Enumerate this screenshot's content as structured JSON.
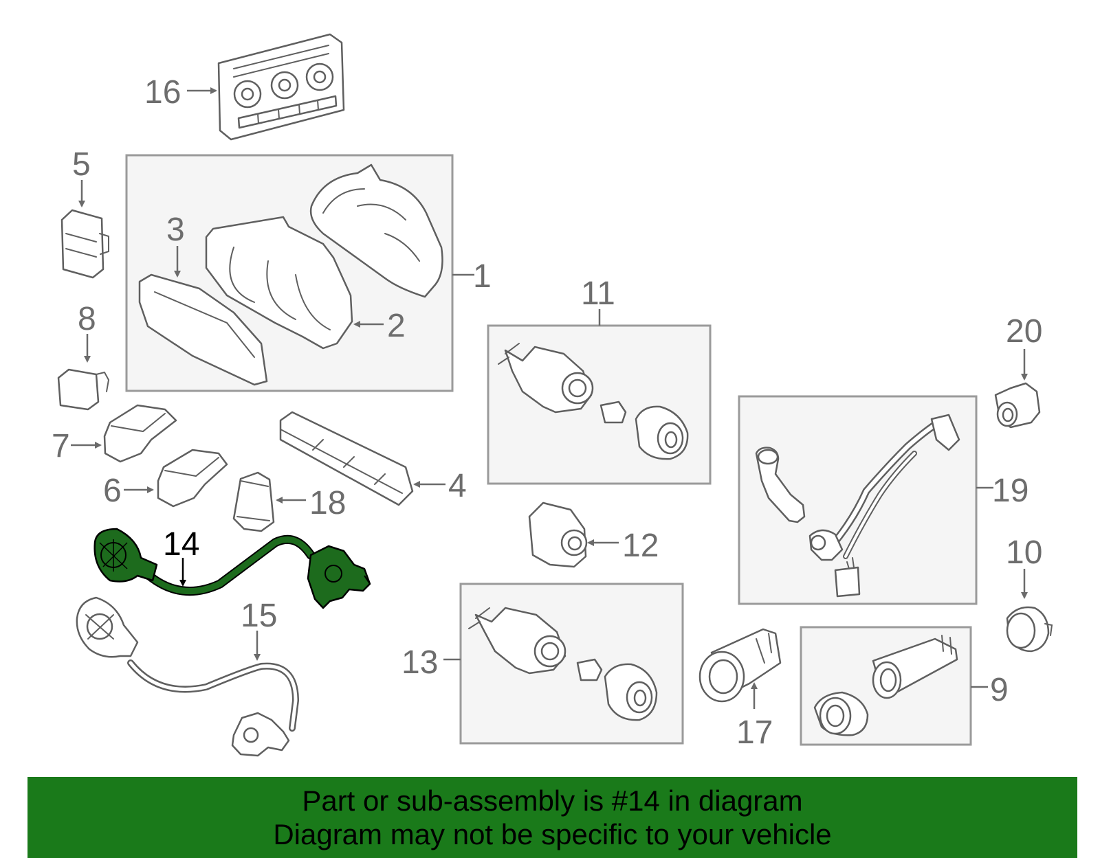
{
  "callouts": {
    "c1": "1",
    "c2": "2",
    "c3": "3",
    "c4": "4",
    "c5": "5",
    "c6": "6",
    "c7": "7",
    "c8": "8",
    "c9": "9",
    "c10": "10",
    "c11": "11",
    "c12": "12",
    "c13": "13",
    "c14": "14",
    "c15": "15",
    "c16": "16",
    "c17": "17",
    "c18": "18",
    "c19": "19",
    "c20": "20"
  },
  "highlighted_part": "14",
  "colors": {
    "highlight": "#1d6b1d",
    "banner": "#1a7a1a",
    "callout": "#6d6d6d"
  },
  "banner": {
    "line1": "Part or sub-assembly is #14 in diagram",
    "line2": "Diagram may not be specific to your vehicle"
  }
}
